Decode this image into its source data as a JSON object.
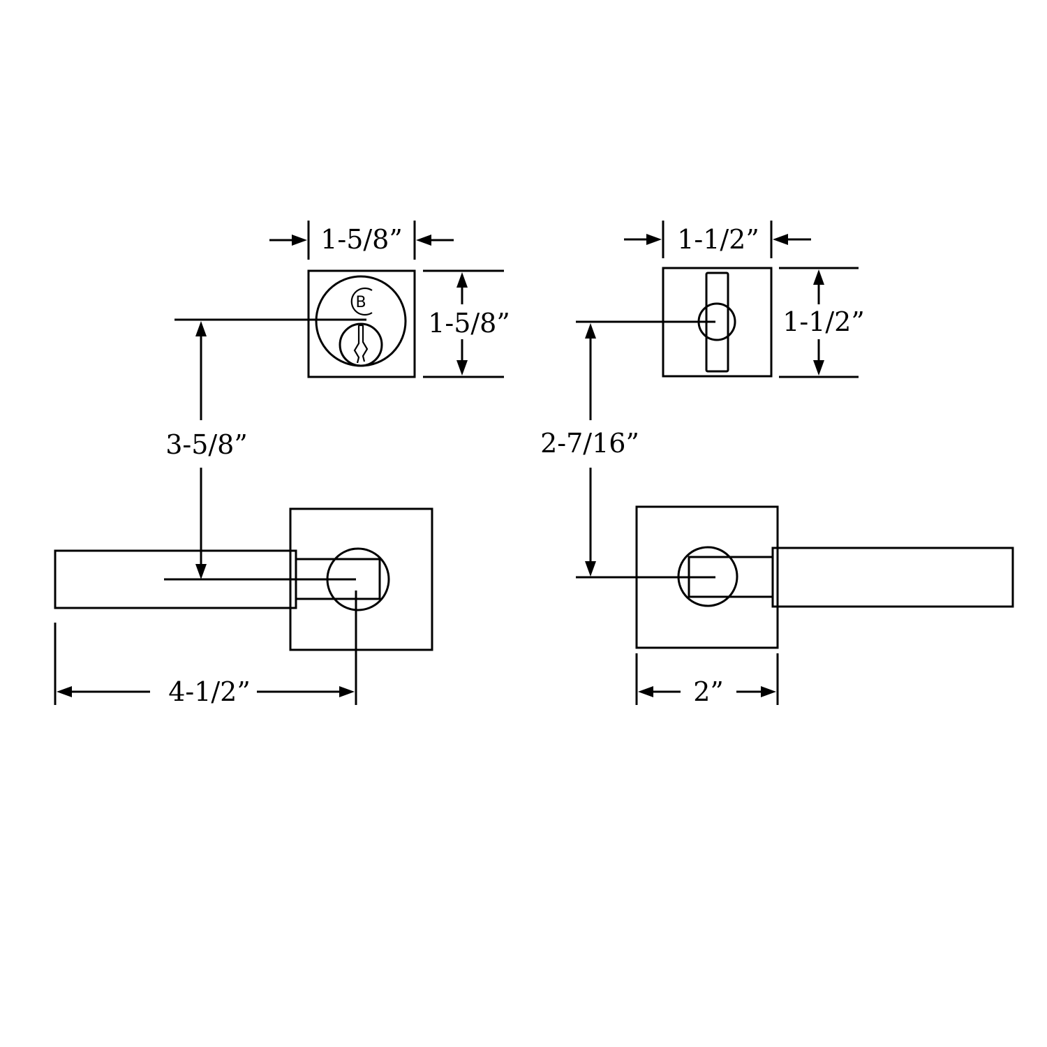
{
  "logo_letter": "B",
  "dimensions": {
    "deadbolt_width": "1-5/8”",
    "deadbolt_height": "1-5/8”",
    "deadbolt_offset": "3-5/8”",
    "lever_length": "4-1/2”",
    "turn_width": "1-1/2”",
    "turn_height": "1-1/2”",
    "turn_offset": "2-7/16”",
    "rose_width": "2”"
  },
  "colors": {
    "line": "#000000",
    "background": "#ffffff"
  }
}
